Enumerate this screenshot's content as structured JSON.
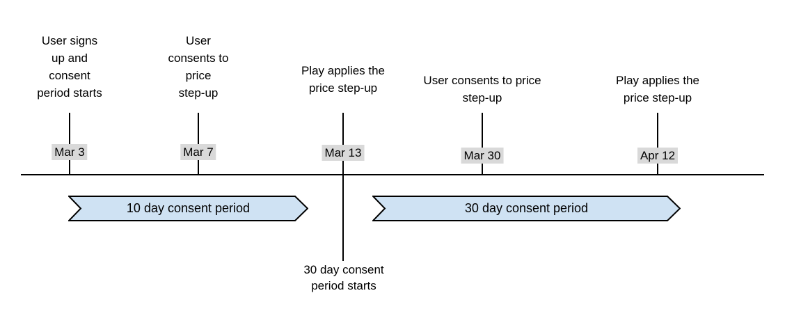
{
  "colors": {
    "banner_fill": "#cfe2f3",
    "banner_border": "#000000",
    "date_chip_bg": "#d9d9d9",
    "line": "#000000",
    "text": "#000000",
    "background": "#ffffff"
  },
  "timeline": {
    "events": [
      {
        "date": "Mar 3",
        "label_lines": [
          "User signs",
          "up and",
          "consent",
          "period starts"
        ]
      },
      {
        "date": "Mar 7",
        "label_lines": [
          "User",
          "consents to",
          "price",
          "step-up"
        ]
      },
      {
        "date": "Mar 13",
        "label_lines": [
          "Play applies the",
          "price step-up"
        ]
      },
      {
        "date": "Mar 30",
        "label_lines": [
          "User consents to price",
          "step-up"
        ]
      },
      {
        "date": "Apr 12",
        "label_lines": [
          "Play applies the",
          "price step-up"
        ]
      }
    ]
  },
  "banners": [
    {
      "label": "10 day consent period"
    },
    {
      "label": "30 day consent period"
    }
  ],
  "annotation": {
    "lines": [
      "30 day consent",
      "period starts"
    ]
  }
}
